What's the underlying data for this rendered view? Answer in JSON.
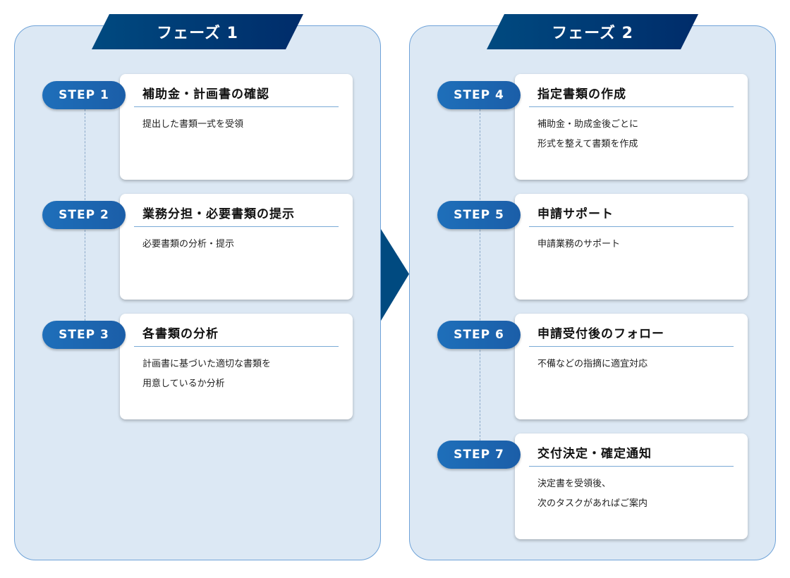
{
  "phases": [
    {
      "title": "フェーズ 1",
      "steps": [
        {
          "label": "STEP 1",
          "title": "補助金・計画書の確認",
          "desc": "提出した書類一式を受領"
        },
        {
          "label": "STEP 2",
          "title": "業務分担・必要書類の提示",
          "desc": "必要書類の分析・提示"
        },
        {
          "label": "STEP 3",
          "title": "各書類の分析",
          "desc": "計画書に基づいた適切な書類を\n用意しているか分析"
        }
      ]
    },
    {
      "title": "フェーズ 2",
      "steps": [
        {
          "label": "STEP 4",
          "title": "指定書類の作成",
          "desc": "補助金・助成金後ごとに\n形式を整えて書類を作成"
        },
        {
          "label": "STEP 5",
          "title": "申請サポート",
          "desc": "申請業務のサポート"
        },
        {
          "label": "STEP 6",
          "title": "申請受付後のフォロー",
          "desc": "不備などの指摘に適宜対応"
        },
        {
          "label": "STEP 7",
          "title": "交付決定・確定通知",
          "desc": "決定書を受領後、\n次のタスクがあればご案内"
        }
      ]
    }
  ]
}
